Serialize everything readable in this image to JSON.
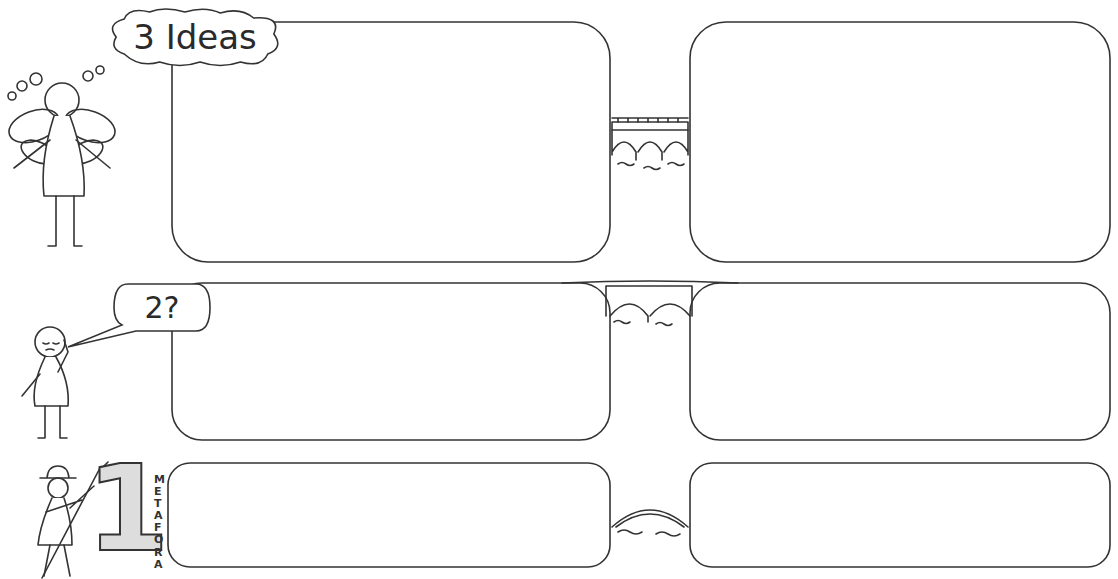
{
  "diagram": {
    "nodes": [
      {
        "text": [
          "3 Ideas"
        ]
      },
      {
        "text": [
          "2?"
        ]
      }
    ],
    "labels": [
      "1",
      "METAFORA"
    ]
  }
}
